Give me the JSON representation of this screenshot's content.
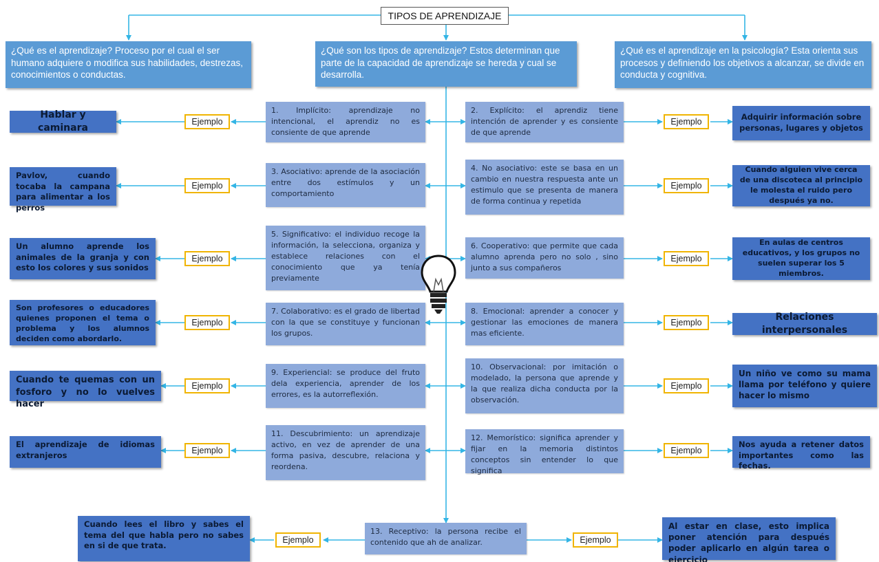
{
  "title": "TIPOS DE APRENDIZAJE",
  "top_boxes": [
    "¿Qué es el aprendizaje?  Proceso por el cual el ser humano adquiere o modifica sus habilidades, destrezas, conocimientos o conductas.",
    "¿Qué son los tipos de aprendizaje? Estos determinan que parte de la capacidad de aprendizaje se hereda y cual se desarrolla.",
    "¿Qué es el aprendizaje en la psicología? Esta orienta sus procesos y definiendo los objetivos a alcanzar, se divide en conducta y cognitiva."
  ],
  "example_label": "Ejemplo",
  "types": [
    {
      "text": "1. Implícito: aprendizaje no intencional, el aprendiz no es consiente de que aprende",
      "example": "Hablar y caminara"
    },
    {
      "text": "2. Explícito: el aprendiz tiene intención de aprender y es consiente de que aprende",
      "example": "Adquirir información sobre personas, lugares y objetos"
    },
    {
      "text": "3. Asociativo: aprende de la asociación entre dos estímulos y un comportamiento",
      "example": "Pavlov, cuando tocaba la campana para alimentar a los perros"
    },
    {
      "text": "4. No asociativo: este se basa en un cambio en nuestra respuesta ante un estimulo que se presenta de manera de forma continua y repetida",
      "example": "Cuando alguien vive cerca de una discoteca al principio le molesta el ruido pero después ya no."
    },
    {
      "text": "5. Significativo: el individuo recoge la información, la selecciona, organiza y establece relaciones con el conocimiento que ya tenía previamente",
      "example": "Un alumno aprende los animales de la granja y con esto los colores y sus sonidos"
    },
    {
      "text": "6. Cooperativo: que permite que cada alumno aprenda pero no solo , sino junto a sus compañeros",
      "example": "En aulas de centros educativos, y los grupos no suelen superar los 5 miembros."
    },
    {
      "text": "7. Colaborativo: es el grado de libertad con la que se constituye y funcionan los grupos.",
      "example": "Son profesores o educadores quienes proponen el tema o problema y los alumnos deciden como abordarlo."
    },
    {
      "text": "8. Emocional: aprender a conocer y gestionar las emociones de manera mas eficiente.",
      "example": "Relaciones interpersonales"
    },
    {
      "text": "9. Experiencial: se produce del fruto dela experiencia, aprender de los errores, es la autorreflexión.",
      "example": "Cuando te quemas con un fosforo y no lo vuelves hacer"
    },
    {
      "text": "10. Observacional: por imitación o modelado, la persona que aprende y la que realiza dicha conducta por la observación.",
      "example": "Un niño ve como su mama llama por teléfono y quiere hacer lo mismo"
    },
    {
      "text": "11. Descubrimiento: un aprendizaje activo, en vez de aprender de una forma pasiva, descubre, relaciona y reordena.",
      "example": "El aprendizaje de idiomas extranjeros"
    },
    {
      "text": "12. Memorístico: significa aprender y fijar en la memoria distintos conceptos sin entender lo que significa",
      "example": "Nos ayuda a retener datos importantes como las fechas."
    },
    {
      "text": "13. Receptivo: la persona recibe el contenido que ah de analizar.",
      "example_left": "Cuando lees el libro y sabes el tema del que habla pero no sabes en si de que trata.",
      "example_right": "Al estar en clase, esto implica poner atención para después poder aplicarlo en algún tarea o ejercicio"
    }
  ],
  "colors": {
    "top_box": "#5b9bd5",
    "type_box": "#8eaadb",
    "example_box": "#4472c4",
    "example_label_border": "#f0b400",
    "connector": "#33b5e5"
  },
  "icons": {
    "center": "light-bulb-icon"
  }
}
